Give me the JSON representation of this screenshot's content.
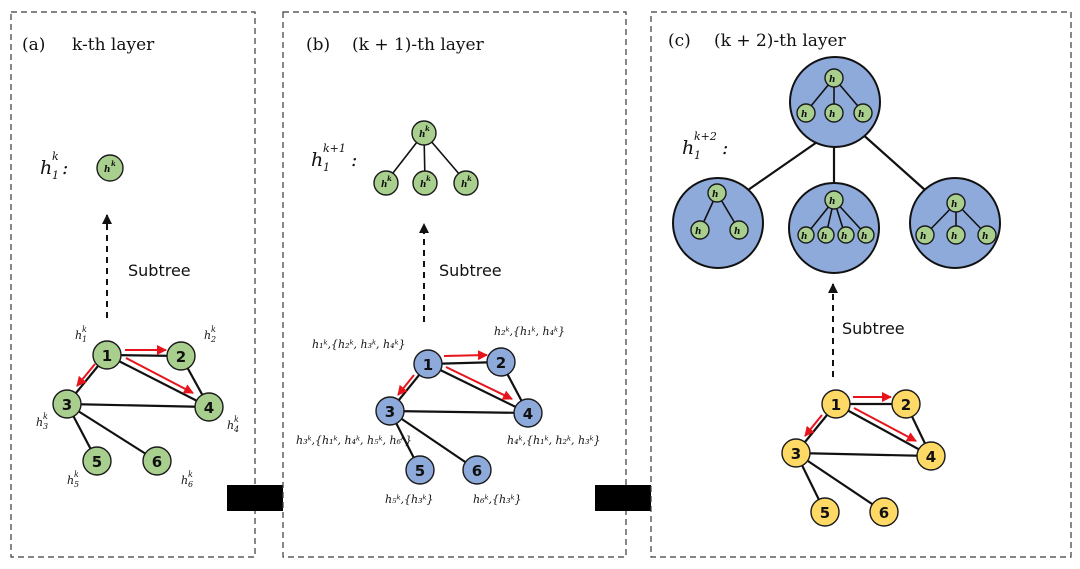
{
  "panels": {
    "a": {
      "letter": "(a)",
      "title": "k-th layer",
      "hlabel": "h",
      "hsup": "k",
      "hsub": "1",
      "hcolon": ":",
      "subtree": "Subtree",
      "nodes": [
        "1",
        "2",
        "3",
        "4",
        "5",
        "6"
      ],
      "node_labels": {
        "n1": [
          "h",
          "k",
          "1"
        ],
        "n2": [
          "h",
          "k",
          "2"
        ],
        "n3": [
          "h",
          "k",
          "3"
        ],
        "n4": [
          "h",
          "k",
          "4"
        ],
        "n5": [
          "h",
          "k",
          "5"
        ],
        "n6": [
          "h",
          "k",
          "6"
        ]
      }
    },
    "b": {
      "letter": "(b)",
      "title": "(k + 1)-th layer",
      "hlabel": "h",
      "hsup": "k+1",
      "hsub": "1",
      "hcolon": ":",
      "subtree": "Subtree",
      "nodes": [
        "1",
        "2",
        "3",
        "4",
        "5",
        "6"
      ],
      "node_labels": {
        "n1": "h₁ᵏ,{h₂ᵏ, h₃ᵏ, h₄ᵏ}",
        "n2": "h₂ᵏ,{h₁ᵏ, h₄ᵏ}",
        "n3": "h₃ᵏ,{h₁ᵏ, h₄ᵏ, h₅ᵏ, h₆ᵏ}",
        "n4": "h₄ᵏ,{h₁ᵏ, h₂ᵏ, h₃ᵏ}",
        "n5": "h₅ᵏ,{h₃ᵏ}",
        "n6": "h₆ᵏ,{h₃ᵏ}"
      }
    },
    "c": {
      "letter": "(c)",
      "title": "(k + 2)-th layer",
      "hlabel": "h",
      "hsup": "k+2",
      "hsub": "1",
      "hcolon": ":",
      "subtree": "Subtree",
      "nodes": [
        "1",
        "2",
        "3",
        "4",
        "5",
        "6"
      ]
    }
  },
  "tree_node_text": {
    "h": "h",
    "k": "k"
  },
  "colors": {
    "green": "#a9cf8e",
    "blue": "#8eaadb",
    "yellow": "#ffd966",
    "red": "#e8141b",
    "black": "#111111"
  }
}
